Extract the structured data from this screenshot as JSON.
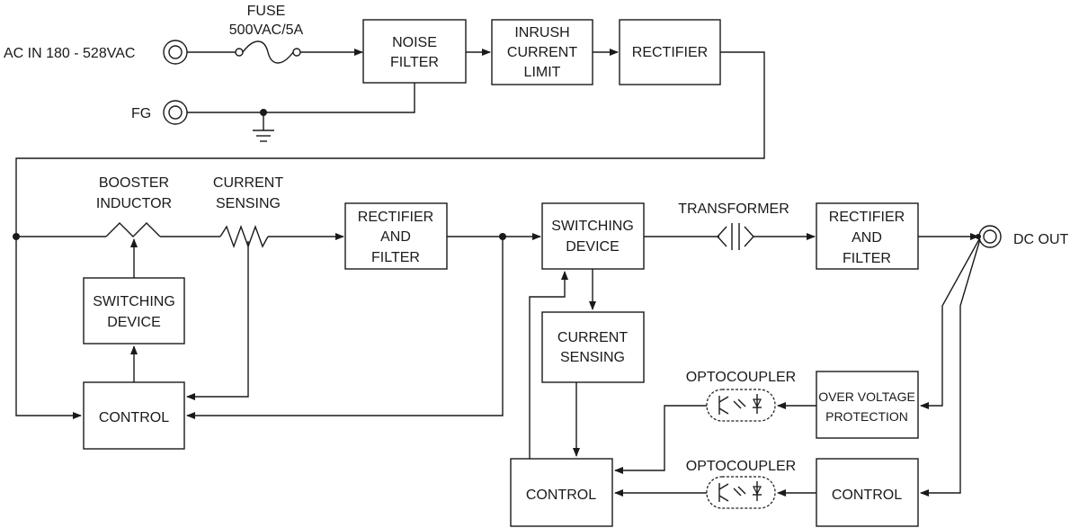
{
  "labels": {
    "ac_in": "AC IN 180 - 528VAC",
    "fuse_1": "FUSE",
    "fuse_2": "500VAC/5A",
    "fg": "FG",
    "noise_filter_1": "NOISE",
    "noise_filter_2": "FILTER",
    "inrush_1": "INRUSH",
    "inrush_2": "CURRENT",
    "inrush_3": "LIMIT",
    "rectifier_1": "RECTIFIER",
    "booster_1": "BOOSTER",
    "booster_2": "INDUCTOR",
    "cur_sense_1": "CURRENT",
    "cur_sense_2": "SENSING",
    "rf1_1": "RECTIFIER",
    "rf1_2": "AND",
    "rf1_3": "FILTER",
    "sw1_1": "SWITCHING",
    "sw1_2": "DEVICE",
    "ctrl1": "CONTROL",
    "sw2_1": "SWITCHING",
    "sw2_2": "DEVICE",
    "transformer": "TRANSFORMER",
    "rf2_1": "RECTIFIER",
    "rf2_2": "AND",
    "rf2_3": "FILTER",
    "dc_out": "DC OUT",
    "cs2_1": "CURRENT",
    "cs2_2": "SENSING",
    "opto_1": "OPTOCOUPLER",
    "opto_2": "OPTOCOUPLER",
    "ovp_1": "OVER VOLTAGE",
    "ovp_2": "PROTECTION",
    "ctrl2": "CONTROL",
    "ctrl3": "CONTROL"
  }
}
